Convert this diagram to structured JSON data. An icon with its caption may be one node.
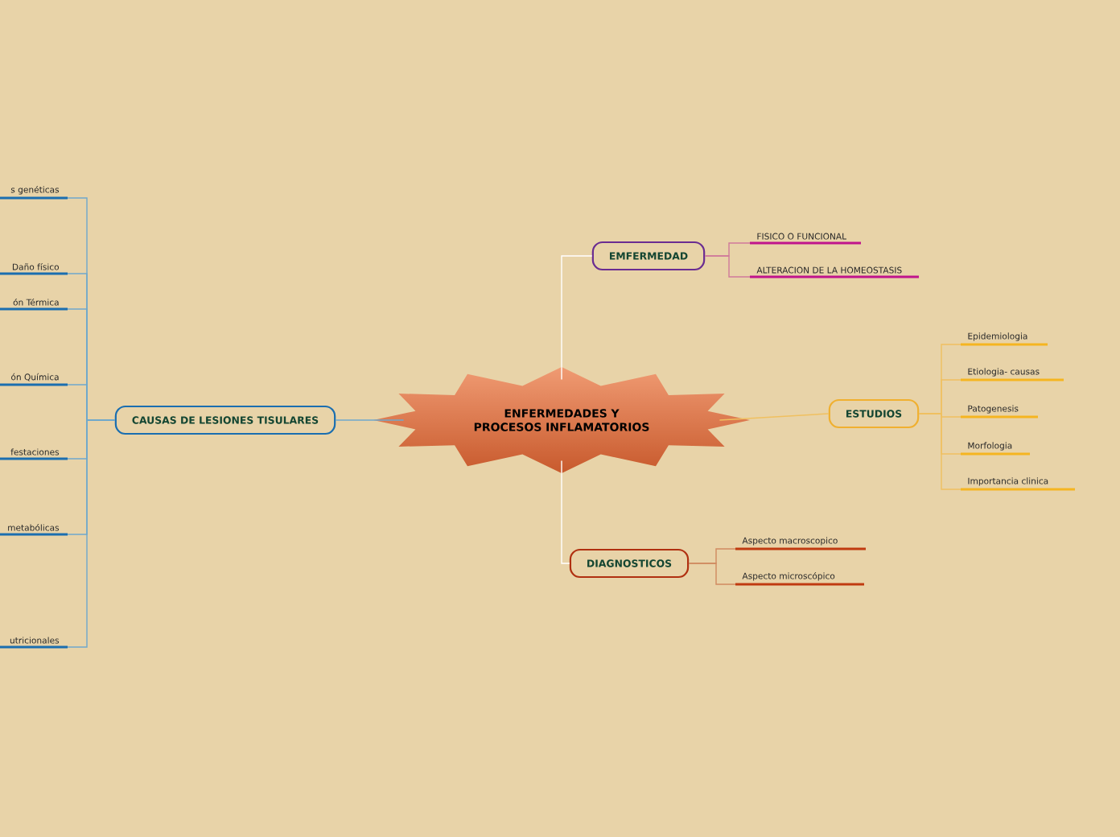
{
  "diagram": {
    "nodes": [
      {
        "text": [
          "ENFERMEDADES Y PROCESOS INFLAMATORIOS"
        ]
      },
      {
        "text": [
          "EMFERMEDAD"
        ]
      },
      {
        "text": [
          "FISICO O FUNCIONAL"
        ]
      },
      {
        "text": [
          "ALTERACION DE LA HOMEOSTASIS"
        ]
      },
      {
        "text": [
          "ESTUDIOS"
        ]
      },
      {
        "text": [
          "Epidemiologia"
        ]
      },
      {
        "text": [
          "Etiologia- causas"
        ]
      },
      {
        "text": [
          "Patogenesis"
        ]
      },
      {
        "text": [
          "Morfologia"
        ]
      },
      {
        "text": [
          "Importancia clinica"
        ]
      },
      {
        "text": [
          "DIAGNOSTICOS"
        ]
      },
      {
        "text": [
          "Aspecto macroscopico"
        ]
      },
      {
        "text": [
          "Aspecto microscópico"
        ]
      },
      {
        "text": [
          "CAUSAS DE LESIONES TISULARES"
        ]
      },
      {
        "text": [
          "s genéticas"
        ]
      },
      {
        "text": [
          "Daño físico"
        ]
      },
      {
        "text": [
          "ón Térmica"
        ]
      },
      {
        "text": [
          "ón Química"
        ]
      },
      {
        "text": [
          "festaciones"
        ]
      },
      {
        "text": [
          "metabólicas"
        ]
      },
      {
        "text": [
          "utricionales"
        ]
      }
    ],
    "edges": [
      {
        "from": 0,
        "to": 1,
        "arrow": "none",
        "color": "#ffffff"
      },
      {
        "from": 1,
        "to": 2,
        "arrow": "none",
        "color": "#d07a9a"
      },
      {
        "from": 1,
        "to": 3,
        "arrow": "none",
        "color": "#d07a9a"
      },
      {
        "from": 0,
        "to": 4,
        "arrow": "none",
        "color": "#f0c060"
      },
      {
        "from": 4,
        "to": 5,
        "arrow": "none",
        "color": "#f0c060"
      },
      {
        "from": 4,
        "to": 6,
        "arrow": "none",
        "color": "#f0c060"
      },
      {
        "from": 4,
        "to": 7,
        "arrow": "none",
        "color": "#f0c060"
      },
      {
        "from": 4,
        "to": 8,
        "arrow": "none",
        "color": "#f0c060"
      },
      {
        "from": 4,
        "to": 9,
        "arrow": "none",
        "color": "#f0c060"
      },
      {
        "from": 0,
        "to": 10,
        "arrow": "none",
        "color": "#ffffff"
      },
      {
        "from": 10,
        "to": 11,
        "arrow": "none",
        "color": "#d08a60"
      },
      {
        "from": 10,
        "to": 12,
        "arrow": "none",
        "color": "#d08a60"
      },
      {
        "from": 0,
        "to": 13,
        "arrow": "none"
      },
      {
        "from": 13,
        "to": 14,
        "arrow": "none"
      },
      {
        "from": 13,
        "to": 15,
        "arrow": "none"
      },
      {
        "from": 13,
        "to": 16,
        "arrow": "none"
      },
      {
        "from": 13,
        "to": 17,
        "arrow": "none"
      },
      {
        "from": 13,
        "to": 18,
        "arrow": "none"
      },
      {
        "from": 13,
        "to": 19,
        "arrow": "none"
      },
      {
        "from": 13,
        "to": 20,
        "arrow": "none"
      }
    ]
  }
}
